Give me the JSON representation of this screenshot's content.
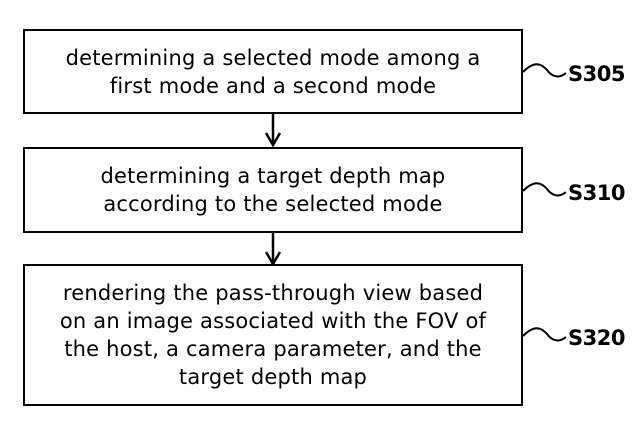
{
  "flowchart": {
    "steps": [
      {
        "id": "S305",
        "label": "S305",
        "text": "determining a selected mode among a first mode and a second mode"
      },
      {
        "id": "S310",
        "label": "S310",
        "text": "determining a target depth map according to the selected mode"
      },
      {
        "id": "S320",
        "label": "S320",
        "text": "rendering the pass-through view based on an image associated with the FOV of the host, a camera parameter, and the target depth map"
      }
    ]
  }
}
